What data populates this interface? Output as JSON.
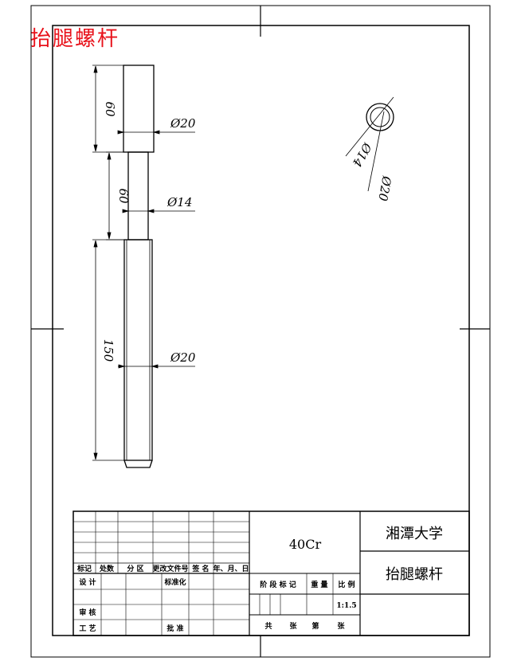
{
  "title": "抬腿螺杆",
  "dimensions": {
    "len_top": "60",
    "len_mid": "60",
    "len_bottom": "150",
    "dia_top": "Ø20",
    "dia_mid": "Ø14",
    "dia_bottom": "Ø20",
    "section_inner": "Ø14",
    "section_outer": "Ø20"
  },
  "title_block": {
    "material": "40Cr",
    "school": "湘潭大学",
    "part_name": "抬腿螺杆",
    "header": [
      "标记",
      "处数",
      "分 区",
      "更改文件号",
      "签 名",
      "年、月、日"
    ],
    "design": "设 计",
    "standardization": "标准化",
    "review": "审 核",
    "process": "工 艺",
    "approve": "批 准",
    "stage_mark": "阶 段 标 记",
    "weight": "重 量",
    "scale": "比 例",
    "scale_value": "1:1.5",
    "total": "共",
    "sheets": "张",
    "sheet_no": "第",
    "sheet_unit": "张"
  }
}
